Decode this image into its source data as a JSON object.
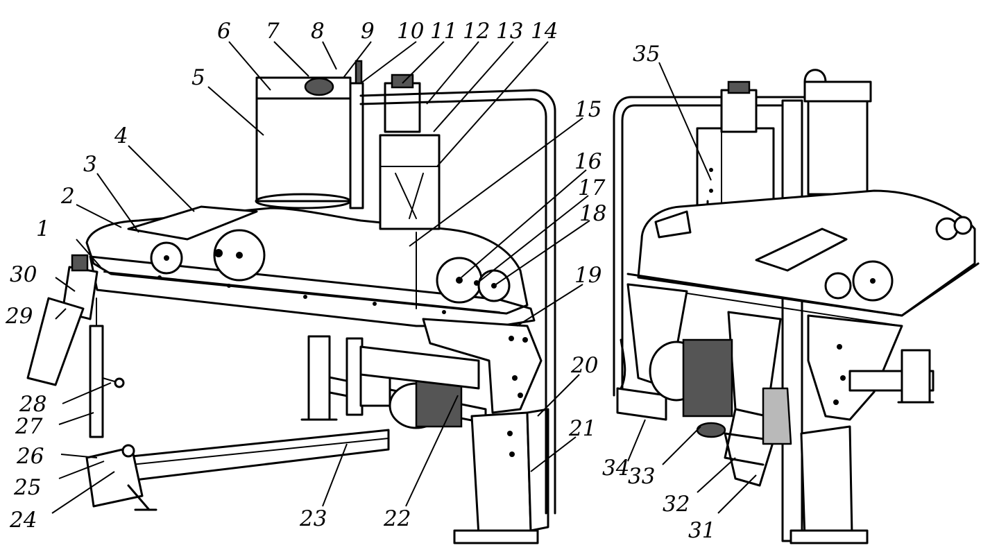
{
  "callouts": [
    {
      "id": "1",
      "text": "1"
    },
    {
      "id": "2",
      "text": "2"
    },
    {
      "id": "3",
      "text": "3"
    },
    {
      "id": "4",
      "text": "4"
    },
    {
      "id": "5",
      "text": "5"
    },
    {
      "id": "6",
      "text": "6"
    },
    {
      "id": "7",
      "text": "7"
    },
    {
      "id": "8",
      "text": "8"
    },
    {
      "id": "9",
      "text": "9"
    },
    {
      "id": "10",
      "text": "10"
    },
    {
      "id": "11",
      "text": "11"
    },
    {
      "id": "12",
      "text": "12"
    },
    {
      "id": "13",
      "text": "13"
    },
    {
      "id": "14",
      "text": "14"
    },
    {
      "id": "15",
      "text": "15"
    },
    {
      "id": "16",
      "text": "16"
    },
    {
      "id": "17",
      "text": "17"
    },
    {
      "id": "18",
      "text": "18"
    },
    {
      "id": "19",
      "text": "19"
    },
    {
      "id": "20",
      "text": "20"
    },
    {
      "id": "21",
      "text": "21"
    },
    {
      "id": "22",
      "text": "22"
    },
    {
      "id": "23",
      "text": "23"
    },
    {
      "id": "24",
      "text": "24"
    },
    {
      "id": "25",
      "text": "25"
    },
    {
      "id": "26",
      "text": "26"
    },
    {
      "id": "27",
      "text": "27"
    },
    {
      "id": "28",
      "text": "28"
    },
    {
      "id": "29",
      "text": "29"
    },
    {
      "id": "30",
      "text": "30"
    },
    {
      "id": "31",
      "text": "31"
    },
    {
      "id": "32",
      "text": "32"
    },
    {
      "id": "33",
      "text": "33"
    },
    {
      "id": "34",
      "text": "34"
    },
    {
      "id": "35",
      "text": "35"
    }
  ]
}
